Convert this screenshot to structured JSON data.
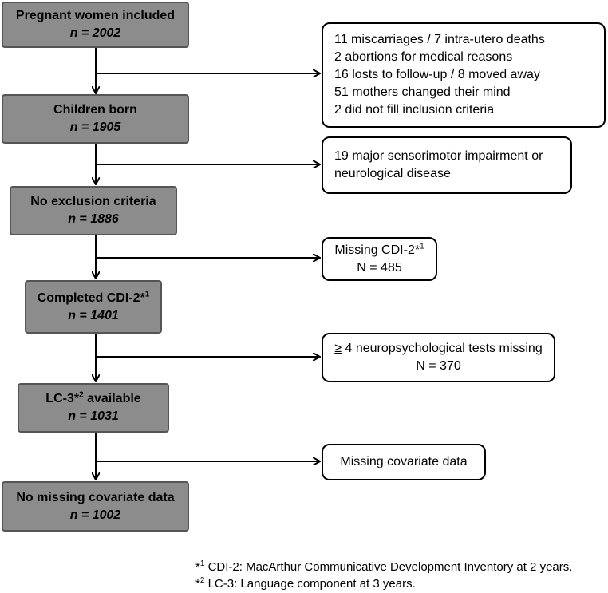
{
  "main_boxes": [
    {
      "title": "Pregnant women included",
      "n": "n = 2002"
    },
    {
      "title": "Children born",
      "n": "n = 1905"
    },
    {
      "title": "No exclusion criteria",
      "n": "n = 1886"
    },
    {
      "title": "Completed CDI-2*",
      "title_sup": "1",
      "n": "n = 1401"
    },
    {
      "title": "LC-3*",
      "title_sup": "2",
      "title_suffix": " available",
      "n": "n = 1031"
    },
    {
      "title": "No missing covariate data",
      "n": "n = 1002"
    }
  ],
  "side_boxes": [
    {
      "lines": [
        "11 miscarriages / 7 intra-utero deaths",
        "2 abortions for medical reasons",
        "16 losts to follow-up / 8 moved away",
        "51 mothers changed their mind",
        "2 did not fill inclusion criteria"
      ]
    },
    {
      "lines": [
        "19 major sensorimotor impairment or",
        "neurological disease"
      ]
    },
    {
      "line1": "Missing CDI-2*",
      "line1_sup": "1",
      "line2": "N = 485"
    },
    {
      "ge": "≥",
      "line1_rest": " 4 neuropsychological tests missing",
      "line2": "N = 370"
    },
    {
      "lines": [
        "Missing covariate data"
      ]
    }
  ],
  "footnotes": [
    {
      "mark": "*",
      "sup": "1",
      "text": " CDI-2: MacArthur Communicative Development Inventory at 2 years."
    },
    {
      "mark": "*",
      "sup": "2",
      "text": " LC-3: Language component at 3 years."
    }
  ]
}
